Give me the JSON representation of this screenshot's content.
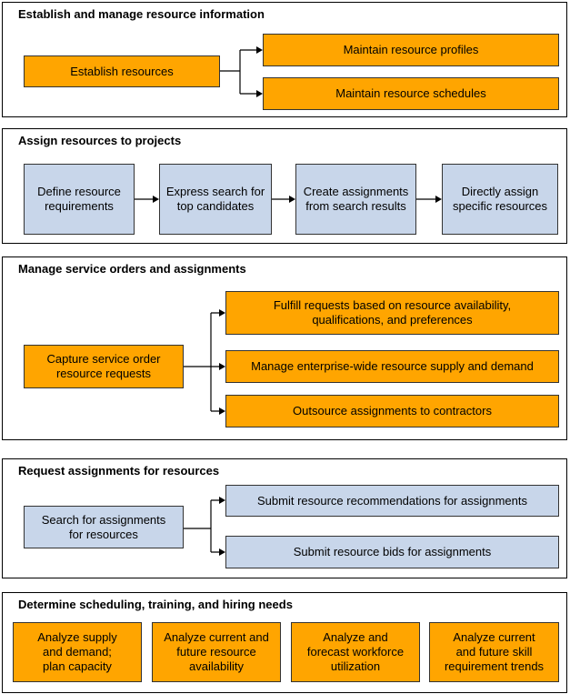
{
  "colors": {
    "orange": "#FFA500",
    "blue": "#C8D6EA",
    "line": "#000000"
  },
  "sections": [
    {
      "title": "Establish and manage resource information",
      "source": "Establish resources",
      "targets": [
        "Maintain resource profiles",
        "Maintain resource schedules"
      ]
    },
    {
      "title": "Assign resources to projects",
      "steps": [
        [
          "Define resource",
          "requirements"
        ],
        [
          "Express search for",
          "top candidates"
        ],
        [
          "Create assignments",
          "from search results"
        ],
        [
          "Directly assign",
          "specific resources"
        ]
      ]
    },
    {
      "title": "Manage service orders and assignments",
      "source": [
        "Capture service order",
        "resource requests"
      ],
      "targets": [
        [
          "Fulfill requests based on resource availability,",
          "qualifications, and preferences"
        ],
        [
          "Manage enterprise-wide resource supply and demand"
        ],
        [
          "Outsource assignments to contractors"
        ]
      ]
    },
    {
      "title": "Request assignments for resources",
      "source": [
        "Search for assignments",
        "for resources"
      ],
      "targets": [
        "Submit resource recommendations for assignments",
        "Submit resource bids for assignments"
      ]
    },
    {
      "title": "Determine scheduling, training, and hiring needs",
      "items": [
        [
          "Analyze supply",
          "and demand;",
          "plan capacity"
        ],
        [
          "Analyze current and",
          "future resource",
          "availability"
        ],
        [
          "Analyze and",
          "forecast workforce",
          "utilization"
        ],
        [
          "Analyze current",
          "and future skill",
          "requirement trends"
        ]
      ]
    }
  ]
}
